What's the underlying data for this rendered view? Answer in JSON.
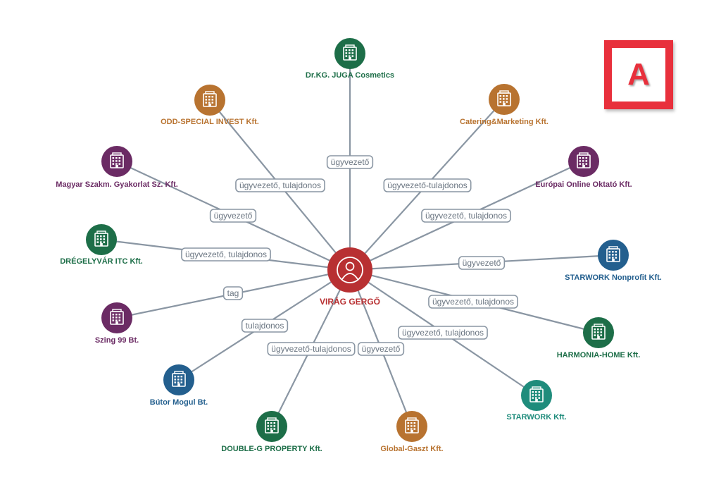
{
  "logo": {
    "letter": "A",
    "color": "#e8303c"
  },
  "colors": {
    "green": "#1d6e48",
    "orange": "#b87330",
    "purple": "#6b2b64",
    "blue": "#235f8e",
    "teal": "#1f8c7c",
    "center": "#b83032",
    "edge": "#8a96a3"
  },
  "center": {
    "name": "VIRÁG GERGŐ",
    "icon": "person-icon",
    "color": "center"
  },
  "nodes": [
    {
      "id": "juga",
      "name": "Dr.KG. JUGA Cosmetics",
      "color": "green",
      "icon": "building-icon",
      "edge_label": "ügyvezető"
    },
    {
      "id": "oddspecial",
      "name": "ODD-SPECIAL INVEST Kft.",
      "color": "orange",
      "icon": "building-icon",
      "edge_label": "ügyvezető, tulajdonos"
    },
    {
      "id": "catering",
      "name": "Catering&Marketing Kft.",
      "color": "orange",
      "icon": "building-icon",
      "edge_label": "ügyvezető-tulajdonos"
    },
    {
      "id": "magyar",
      "name": "Magyar Szakm. Gyakorlat Sz. Kft.",
      "color": "purple",
      "icon": "building-icon",
      "edge_label": "ügyvezető"
    },
    {
      "id": "europai",
      "name": "Európai Online Oktató Kft.",
      "color": "purple",
      "icon": "building-icon",
      "edge_label": "ügyvezető, tulajdonos"
    },
    {
      "id": "dregelyvar",
      "name": "DRÉGELYVÁR ITC Kft.",
      "color": "green",
      "icon": "building-icon",
      "edge_label": "ügyvezető, tulajdonos"
    },
    {
      "id": "starworkNP",
      "name": "STARWORK Nonprofit Kft.",
      "color": "blue",
      "icon": "building-icon",
      "edge_label": "ügyvezető"
    },
    {
      "id": "szing",
      "name": "Szing 99 Bt.",
      "color": "purple",
      "icon": "building-icon",
      "edge_label": "tag"
    },
    {
      "id": "harmonia",
      "name": "HARMONIA-HOME Kft.",
      "color": "green",
      "icon": "building-icon",
      "edge_label": "ügyvezető, tulajdonos"
    },
    {
      "id": "butor",
      "name": "Bútor Mogul Bt.",
      "color": "blue",
      "icon": "building-icon",
      "edge_label": "tulajdonos"
    },
    {
      "id": "starwork",
      "name": "STARWORK Kft.",
      "color": "teal",
      "icon": "building-icon",
      "edge_label": "ügyvezető, tulajdonos"
    },
    {
      "id": "doubleg",
      "name": "DOUBLE-G PROPERTY Kft.",
      "color": "green",
      "icon": "building-icon",
      "edge_label": "ügyvezető-tulajdonos"
    },
    {
      "id": "globalgaszt",
      "name": "Global-Gaszt Kft.",
      "color": "orange",
      "icon": "building-icon",
      "edge_label": "ügyvezető"
    }
  ]
}
